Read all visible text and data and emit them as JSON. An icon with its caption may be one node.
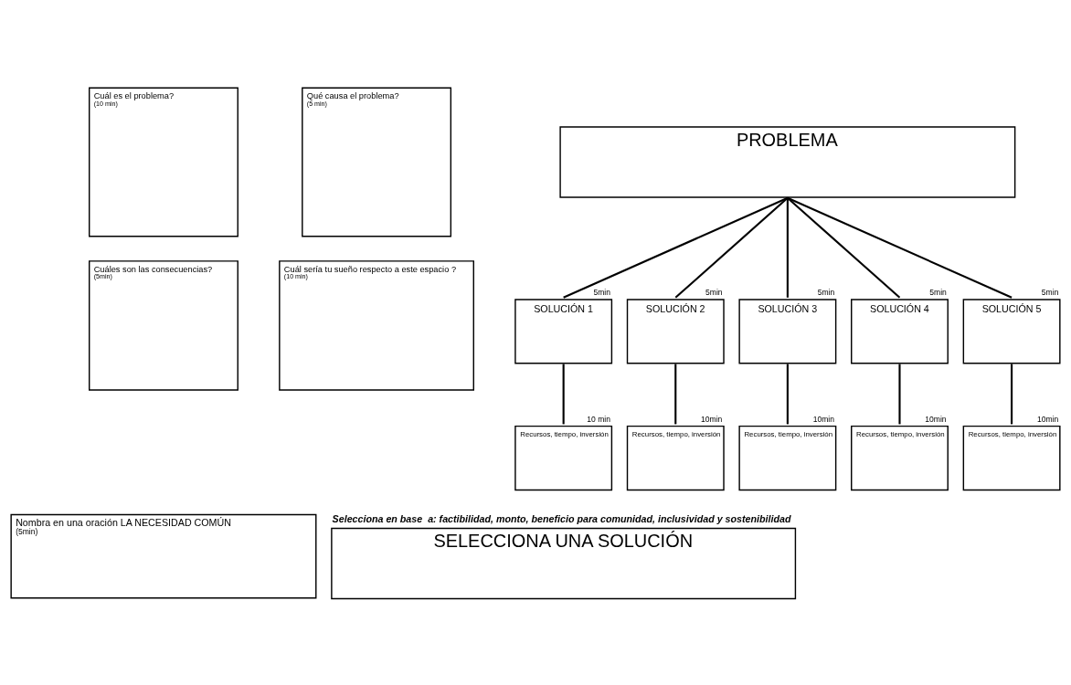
{
  "diagram": {
    "nodes": [
      {
        "text": [
          "Cuál es el problema?",
          "(10 min)"
        ]
      },
      {
        "text": [
          "Qué causa el problema?",
          "(5 min)"
        ]
      },
      {
        "text": [
          "Cuáles son las consecuencias?",
          "(5min)"
        ]
      },
      {
        "text": [
          "Cuál sería tu sueño respecto a este espacio ?",
          "(10 min)"
        ]
      },
      {
        "text": [
          "Nombra en una oración LA NECESIDAD COMÚN",
          "(5min)"
        ]
      },
      {
        "text": [
          "PROBLEMA"
        ]
      },
      {
        "text": [
          "SOLUCIÓN 1"
        ],
        "beside": [
          "5min"
        ]
      },
      {
        "text": [
          "SOLUCIÓN 2"
        ],
        "beside": [
          "5min"
        ]
      },
      {
        "text": [
          "SOLUCIÓN 3"
        ],
        "beside": [
          "5min"
        ]
      },
      {
        "text": [
          "SOLUCIÓN 4"
        ],
        "beside": [
          "5min"
        ]
      },
      {
        "text": [
          "SOLUCIÓN 5"
        ],
        "beside": [
          "5min"
        ]
      },
      {
        "text": [
          "Recursos, tiempo, inversión"
        ],
        "beside": [
          "10 min"
        ]
      },
      {
        "text": [
          "Recursos, tiempo, inversión"
        ],
        "beside": [
          "10min"
        ]
      },
      {
        "text": [
          "Recursos, tiempo, inversión"
        ],
        "beside": [
          "10min"
        ]
      },
      {
        "text": [
          "Recursos, tiempo, inversión"
        ],
        "beside": [
          "10min"
        ]
      },
      {
        "text": [
          "Recursos, tiempo, inversión"
        ],
        "beside": [
          "10min"
        ]
      },
      {
        "text": [
          "SELECCIONA UNA SOLUCIÓN"
        ],
        "beside": [
          "Selecciona en base  a: factibilidad, monto, beneficio para comunidad, inclusividad y sostenibilidad"
        ]
      }
    ],
    "edges": [
      {
        "from": 5,
        "to": 6,
        "arrow": "none"
      },
      {
        "from": 5,
        "to": 7,
        "arrow": "none"
      },
      {
        "from": 5,
        "to": 8,
        "arrow": "none"
      },
      {
        "from": 5,
        "to": 9,
        "arrow": "none"
      },
      {
        "from": 5,
        "to": 10,
        "arrow": "none"
      },
      {
        "from": 6,
        "to": 11,
        "arrow": "none"
      },
      {
        "from": 7,
        "to": 12,
        "arrow": "none"
      },
      {
        "from": 8,
        "to": 13,
        "arrow": "none"
      },
      {
        "from": 9,
        "to": 14,
        "arrow": "none"
      },
      {
        "from": 10,
        "to": 15,
        "arrow": "none"
      }
    ]
  }
}
